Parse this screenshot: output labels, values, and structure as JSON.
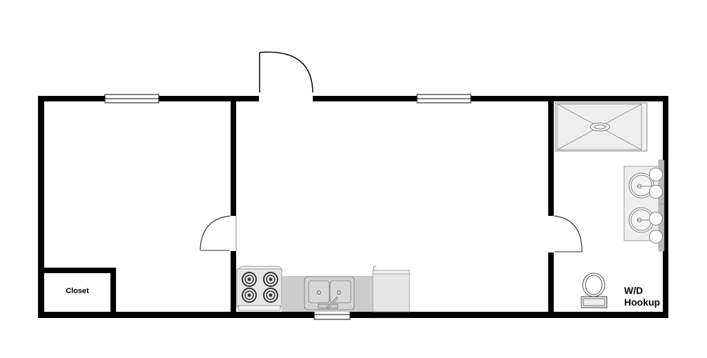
{
  "floor_plan": {
    "title": "",
    "rooms": [
      {
        "id": "bedroom",
        "label": ""
      },
      {
        "id": "closet",
        "label": "Closet"
      },
      {
        "id": "living-kitchen",
        "label": ""
      },
      {
        "id": "bathroom",
        "label": ""
      }
    ],
    "labels": {
      "closet": "Closet",
      "wd_line1": "W/D",
      "wd_line2": "Hookup"
    },
    "fixtures": [
      "range-4-burner",
      "double-kitchen-sink",
      "refrigerator",
      "shower",
      "double-vanity",
      "toilet"
    ],
    "doors": [
      "front-entry-door",
      "bedroom-door",
      "bathroom-door"
    ],
    "windows": [
      "bedroom-window",
      "living-window",
      "kitchen-window"
    ],
    "colors": {
      "wall": "#000000",
      "fixture_fill": "#eeeeee",
      "counter_fill": "#cccccc",
      "line": "#555555"
    }
  }
}
